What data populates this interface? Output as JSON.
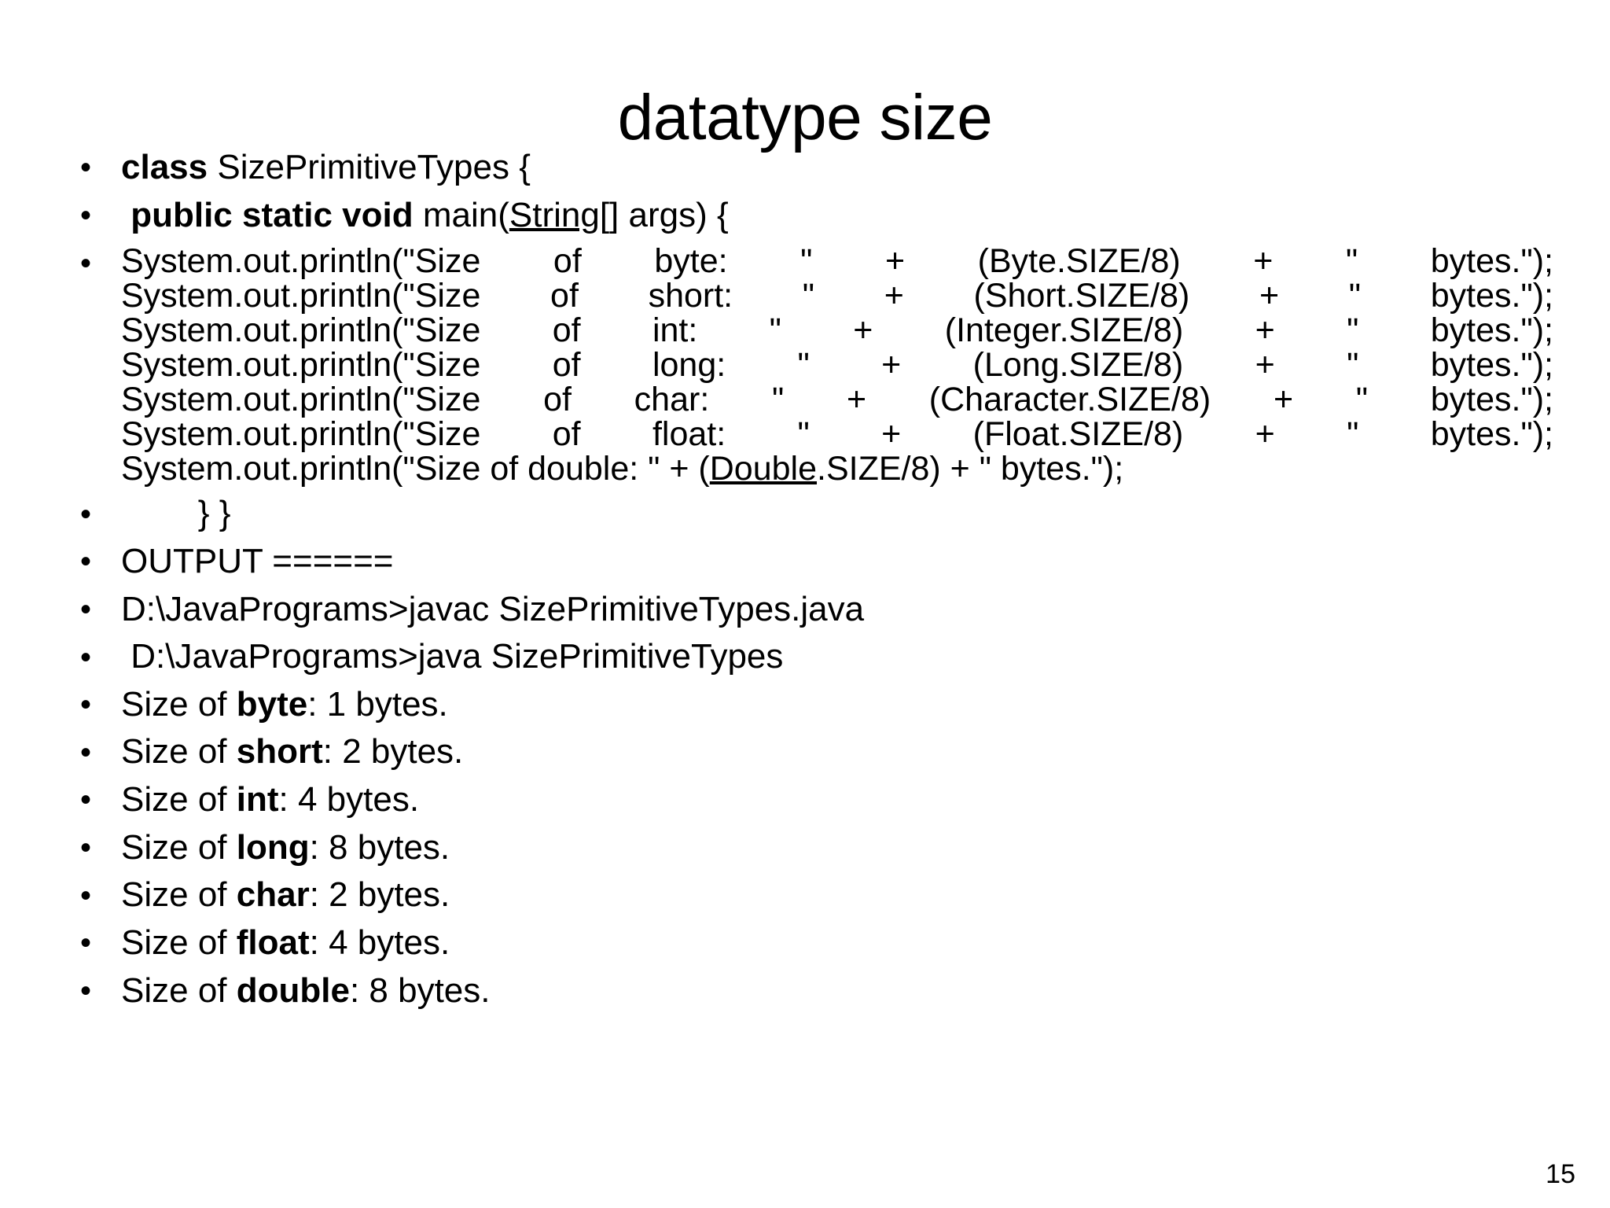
{
  "slide": {
    "title": "datatype size",
    "page_number": "15",
    "bullet_glyph": "•",
    "background_color": "#ffffff",
    "text_color": "#000000"
  },
  "bullets": [
    {
      "id": "class-decl",
      "type": "simple",
      "segments": [
        {
          "text": "class ",
          "bold": true,
          "underline": false
        },
        {
          "text": "SizePrimitiveTypes {",
          "bold": false,
          "underline": false
        }
      ],
      "plain": "class SizePrimitiveTypes {"
    },
    {
      "id": "main-decl",
      "type": "simple",
      "segments": [
        {
          "text": " public static void ",
          "bold": true,
          "underline": false
        },
        {
          "text": "main(",
          "bold": false,
          "underline": false
        },
        {
          "text": "String",
          "bold": false,
          "underline": true
        },
        {
          "text": "[] args) {",
          "bold": false,
          "underline": false
        }
      ],
      "plain": " public static void main(String[] args) {"
    },
    {
      "id": "println-block",
      "type": "code",
      "lines": [
        {
          "justified": true,
          "segments": [
            {
              "text": "System.out.println(\"Size of byte: \" + (Byte.SIZE/8) + \" bytes.\");",
              "bold": false,
              "underline": false
            }
          ]
        },
        {
          "justified": true,
          "segments": [
            {
              "text": "System.out.println(\"Size of short: \" + (Short.SIZE/8) + \" bytes.\");",
              "bold": false,
              "underline": false
            }
          ]
        },
        {
          "justified": true,
          "segments": [
            {
              "text": "System.out.println(\"Size of int: \" + (Integer.SIZE/8) + \" bytes.\");",
              "bold": false,
              "underline": false
            }
          ]
        },
        {
          "justified": true,
          "segments": [
            {
              "text": "System.out.println(\"Size of long: \" + (Long.SIZE/8) + \" bytes.\");",
              "bold": false,
              "underline": false
            }
          ]
        },
        {
          "justified": true,
          "segments": [
            {
              "text": "System.out.println(\"Size of char: \" + (Character.SIZE/8) + \" bytes.\");",
              "bold": false,
              "underline": false
            }
          ]
        },
        {
          "justified": true,
          "segments": [
            {
              "text": "System.out.println(\"Size of float: \" + (Float.SIZE/8) + \" bytes.\");",
              "bold": false,
              "underline": false
            }
          ]
        },
        {
          "justified": false,
          "segments": [
            {
              "text": "System.out.println(\"Size of double: \" + (",
              "bold": false,
              "underline": false
            },
            {
              "text": "Double",
              "bold": false,
              "underline": true
            },
            {
              "text": ".SIZE/8) + \" bytes.\");",
              "bold": false,
              "underline": false
            }
          ]
        }
      ]
    },
    {
      "id": "closing-braces",
      "type": "simple",
      "segments": [
        {
          "text": "        } }",
          "bold": false,
          "underline": false
        }
      ],
      "plain": "        } }"
    },
    {
      "id": "output-header",
      "type": "simple",
      "segments": [
        {
          "text": "OUTPUT ======",
          "bold": false,
          "underline": false
        }
      ],
      "plain": "OUTPUT ======"
    },
    {
      "id": "javac-command",
      "type": "simple",
      "segments": [
        {
          "text": "D:\\JavaPrograms>javac SizePrimitiveTypes.java",
          "bold": false,
          "underline": false
        }
      ],
      "plain": "D:\\JavaPrograms>javac SizePrimitiveTypes.java"
    },
    {
      "id": "java-command",
      "type": "simple",
      "segments": [
        {
          "text": " D:\\JavaPrograms>java SizePrimitiveTypes",
          "bold": false,
          "underline": false
        }
      ],
      "plain": " D:\\JavaPrograms>java SizePrimitiveTypes"
    },
    {
      "id": "size-byte",
      "type": "simple",
      "segments": [
        {
          "text": "Size of ",
          "bold": false,
          "underline": false
        },
        {
          "text": "byte",
          "bold": true,
          "underline": false
        },
        {
          "text": ": 1 bytes.",
          "bold": false,
          "underline": false
        }
      ],
      "plain": "Size of byte: 1 bytes."
    },
    {
      "id": "size-short",
      "type": "simple",
      "segments": [
        {
          "text": "Size of ",
          "bold": false,
          "underline": false
        },
        {
          "text": "short",
          "bold": true,
          "underline": false
        },
        {
          "text": ": 2 bytes.",
          "bold": false,
          "underline": false
        }
      ],
      "plain": "Size of short: 2 bytes."
    },
    {
      "id": "size-int",
      "type": "simple",
      "segments": [
        {
          "text": "Size of ",
          "bold": false,
          "underline": false
        },
        {
          "text": "int",
          "bold": true,
          "underline": false
        },
        {
          "text": ": 4 bytes.",
          "bold": false,
          "underline": false
        }
      ],
      "plain": "Size of int: 4 bytes."
    },
    {
      "id": "size-long",
      "type": "simple",
      "segments": [
        {
          "text": "Size of ",
          "bold": false,
          "underline": false
        },
        {
          "text": "long",
          "bold": true,
          "underline": false
        },
        {
          "text": ": 8 bytes.",
          "bold": false,
          "underline": false
        }
      ],
      "plain": "Size of long: 8 bytes."
    },
    {
      "id": "size-char",
      "type": "simple",
      "segments": [
        {
          "text": "Size of ",
          "bold": false,
          "underline": false
        },
        {
          "text": "char",
          "bold": true,
          "underline": false
        },
        {
          "text": ": 2 bytes.",
          "bold": false,
          "underline": false
        }
      ],
      "plain": "Size of char: 2 bytes."
    },
    {
      "id": "size-float",
      "type": "simple",
      "segments": [
        {
          "text": "Size of ",
          "bold": false,
          "underline": false
        },
        {
          "text": "float",
          "bold": true,
          "underline": false
        },
        {
          "text": ": 4 bytes.",
          "bold": false,
          "underline": false
        }
      ],
      "plain": "Size of float: 4 bytes."
    },
    {
      "id": "size-double",
      "type": "simple",
      "segments": [
        {
          "text": "Size of ",
          "bold": false,
          "underline": false
        },
        {
          "text": "double",
          "bold": true,
          "underline": false
        },
        {
          "text": ": 8 bytes.",
          "bold": false,
          "underline": false
        }
      ],
      "plain": "Size of double: 8 bytes."
    }
  ]
}
